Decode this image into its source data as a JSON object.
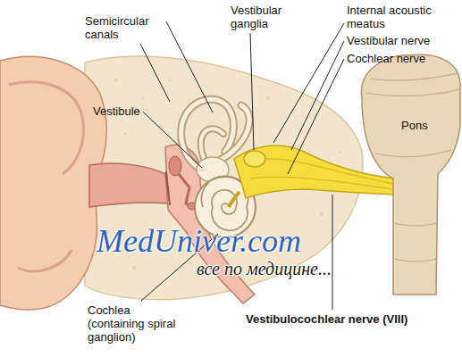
{
  "diagram": {
    "labels": [
      "Semicircular canals",
      "Vestibular ganglia",
      "Internal acoustic meatus",
      "Vestibular nerve",
      "Cochlear nerve",
      "Vestibule",
      "Pons",
      "Cochlea (containing spiral ganglion)",
      "Vestibulocochlear nerve (VIII)",
      "MedUniver.com",
      "все по медицине..."
    ]
  }
}
